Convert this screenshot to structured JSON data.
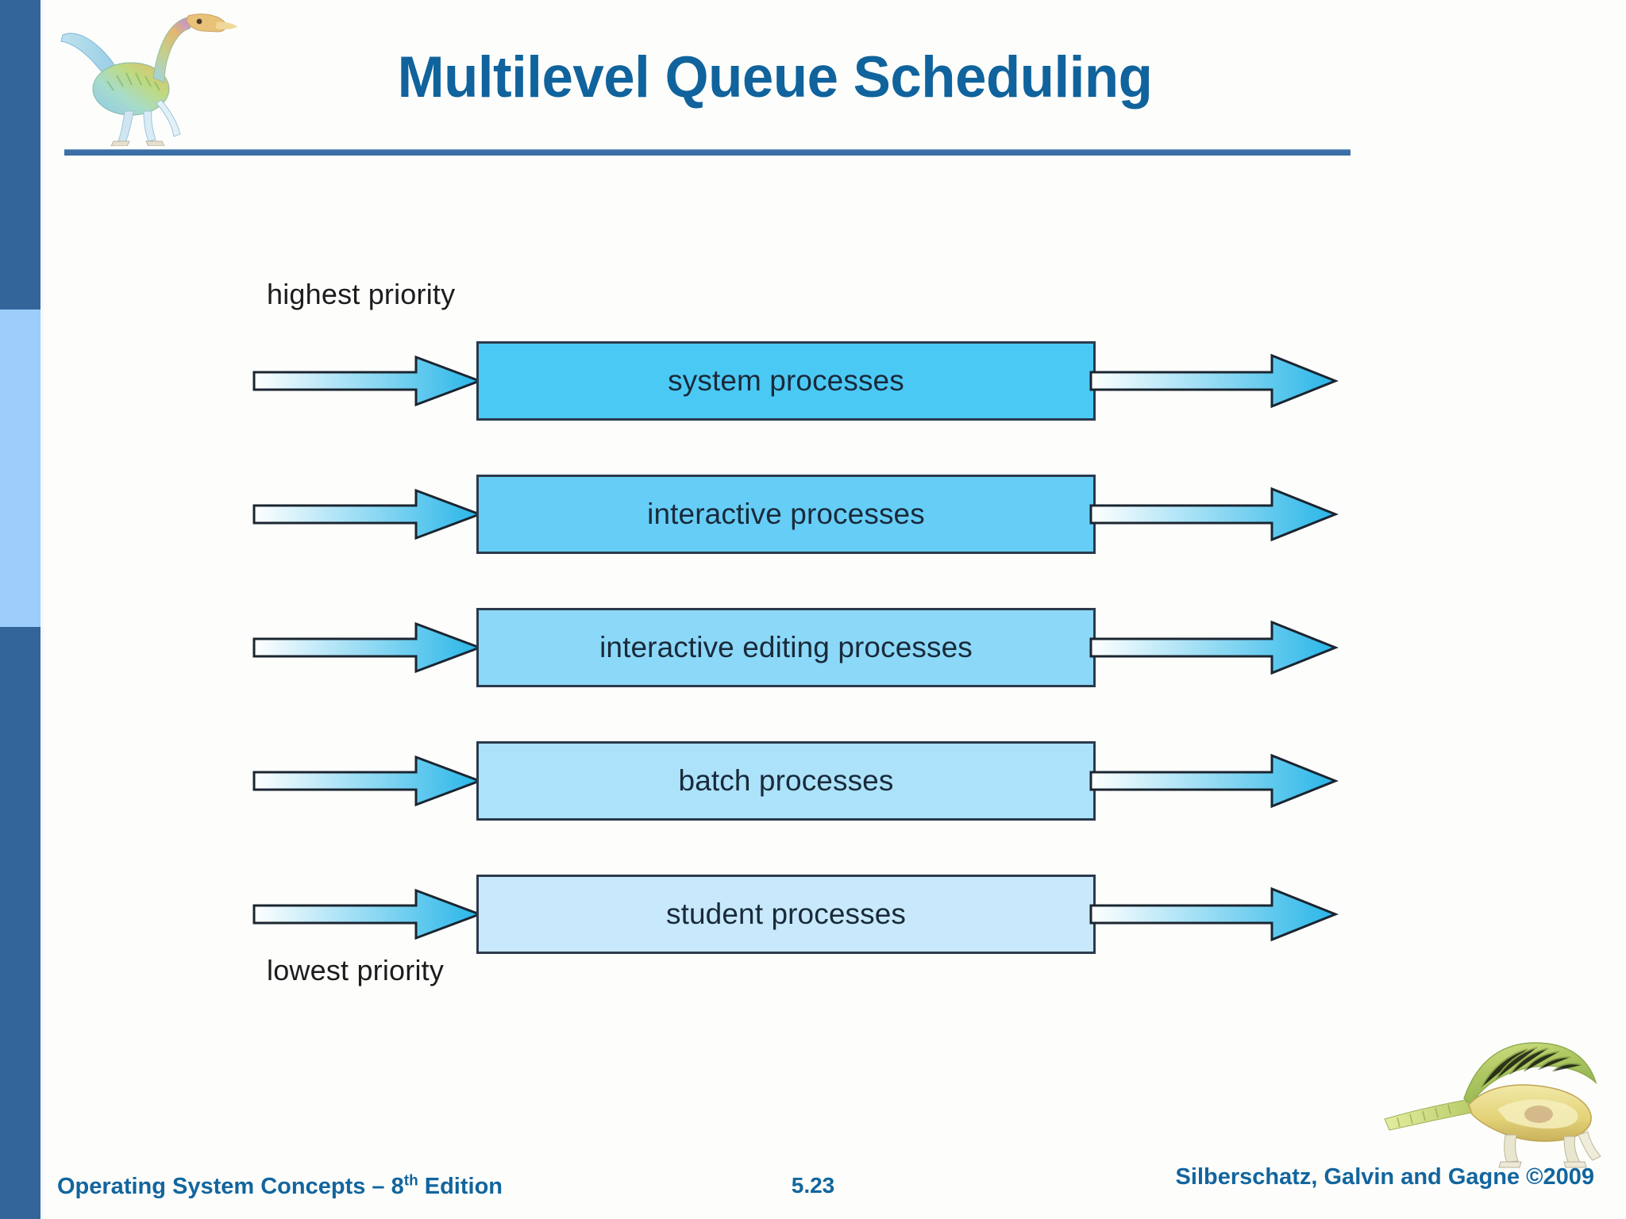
{
  "slide": {
    "title": "Multilevel Queue Scheduling",
    "accent_color": "#10639C",
    "rail_dark_color": "#33659A",
    "rail_light_color": "#9CCDFB",
    "background_color": "#FDFEFC"
  },
  "logos": {
    "top_left_icon": "dinosaur-logo",
    "bottom_right_icon": "dimetrodon-logo"
  },
  "diagram": {
    "top_label": "highest priority",
    "bottom_label": "lowest priority",
    "queues": [
      {
        "label": "system processes",
        "fill": "#4BC9F5",
        "border": "#2B3A4C"
      },
      {
        "label": "interactive processes",
        "fill": "#66CEF6",
        "border": "#2B3A4C"
      },
      {
        "label": "interactive editing processes",
        "fill": "#8CD8F8",
        "border": "#2B3A4C"
      },
      {
        "label": "batch processes",
        "fill": "#ACE2FA",
        "border": "#2B3A4C"
      },
      {
        "label": "student processes",
        "fill": "#C8E9FB",
        "border": "#2B3A4C"
      }
    ],
    "arrow_in_icon": "arrow-right-icon",
    "arrow_out_icon": "arrow-right-icon",
    "arrow_gradient_from": "#FFFFFF",
    "arrow_gradient_to": "#29B6E8"
  },
  "footer": {
    "left_prefix": "Operating System Concepts – 8",
    "left_superscript": "th",
    "left_suffix": " Edition",
    "page_number": "5.23",
    "right": "Silberschatz, Galvin and Gagne ©2009",
    "color": "#12659E"
  }
}
